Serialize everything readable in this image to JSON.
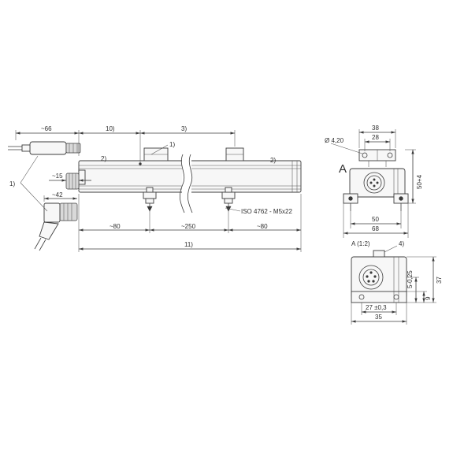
{
  "side_view": {
    "dim_connector_length": "~66",
    "dim_10": "10)",
    "dim_3": "3)",
    "label_slider": "1)",
    "label_stroke_left": "2)",
    "label_stroke_right": "2)",
    "label_cable_connectors": "1)",
    "dim_connector_offset": "~15",
    "dim_angled_connector": "~42",
    "thread_note": "ISO 4762 - M5x22",
    "dim_end_left": "~80",
    "dim_mounting_pitch": "~250",
    "dim_end_right": "~80",
    "dim_overall": "11)"
  },
  "end_view": {
    "view_letter": "A",
    "dim_bracket_outer": "38",
    "dim_bracket_inner": "28",
    "dim_hole": "Ø 4,20",
    "dim_height": "50+4",
    "dim_feet": "50",
    "dim_base": "68"
  },
  "detail_view": {
    "title": "A  (1:2)",
    "label_note": "4)",
    "dim_height": "37",
    "dim_center": "5-0,25",
    "dim_foot": "9",
    "dim_hole_spacing": "27 ±0,3",
    "dim_width": "35"
  }
}
